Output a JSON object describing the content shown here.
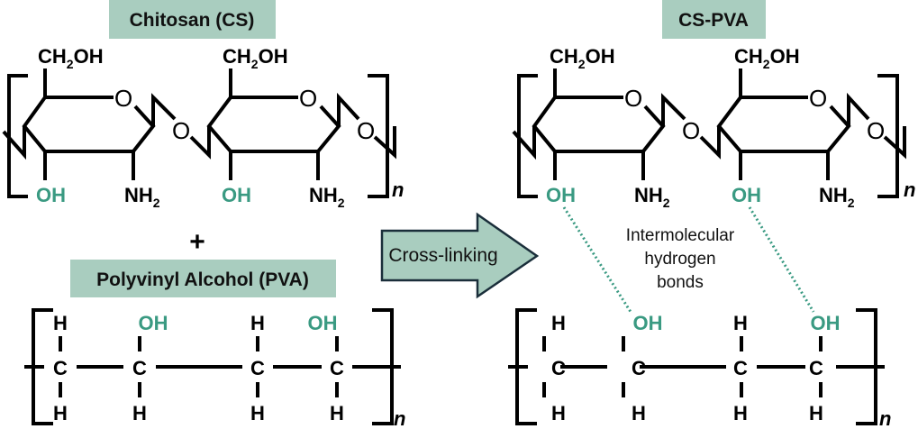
{
  "colors": {
    "label_fill": "#a9cdbf",
    "hydroxyl_highlight": "#3a9a82",
    "arrow_fill": "#a9cdbf",
    "arrow_stroke": "#1a2e3a",
    "bond": "#000000"
  },
  "left": {
    "chitosan_label": "Chitosan (CS)",
    "plus": "+",
    "pva_label": "Polyvinyl Alcohol (PVA)"
  },
  "arrow": {
    "label": "Cross-linking"
  },
  "right": {
    "product_label": "CS-PVA",
    "note_lines": [
      "Intermolecular",
      "hydrogen",
      "bonds"
    ]
  },
  "chitosan": {
    "ch2oh": "CH",
    "ch2oh_sub": "2",
    "ch2oh_tail": "OH",
    "ring_o": "O",
    "glyco_o": "O",
    "oh": "OH",
    "nh": "NH",
    "nh_sub": "2",
    "repeat": "n"
  },
  "pva": {
    "c": "C",
    "h": "H",
    "oh": "OH",
    "repeat": "n"
  }
}
